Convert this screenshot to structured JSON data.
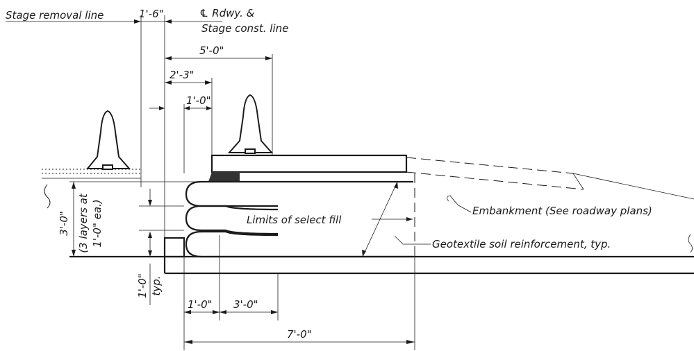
{
  "labels": {
    "stage_removal_line": "Stage removal line",
    "rdwy_line1": "℄ Rdwy. &",
    "rdwy_line2": "Stage const. line",
    "embankment": "Embankment (See roadway plans)",
    "limits_select_fill": "Limits of select fill",
    "geotextile": "Geotextile soil reinforcement, typ."
  },
  "dimensions": {
    "d_1_6": "1'-6\"",
    "d_5_0": "5'-0\"",
    "d_2_3": "2'-3\"",
    "d_1_0_top": "1'-0\"",
    "d_3_0_height": "3'-0\"",
    "layers_line1": "(3 layers at",
    "layers_line2": "1'-0\" ea.)",
    "d_1_0_typ_line1": "1'-0\"",
    "d_1_0_typ_line2": "typ.",
    "d_1_0_bottom": "1'-0\"",
    "d_3_0_bottom": "3'-0\"",
    "d_7_0": "7'-0\""
  },
  "colors": {
    "ink": "#1a1a1a",
    "paper": "#ffffff"
  }
}
